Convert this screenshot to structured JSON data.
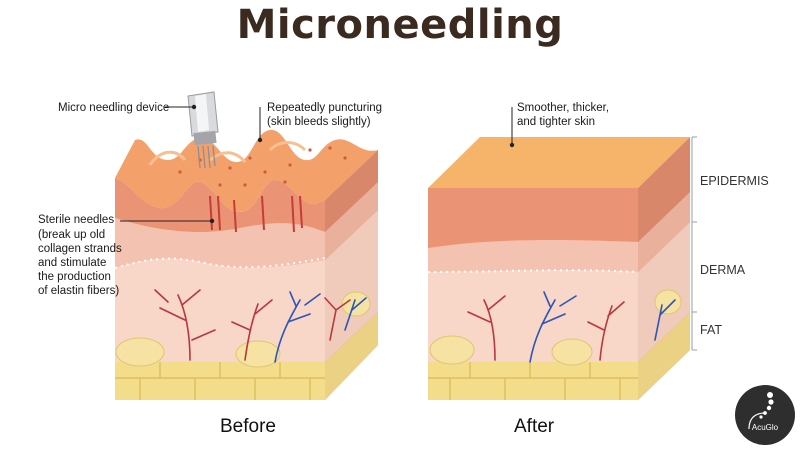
{
  "title": "Microneedling",
  "labels": {
    "device": "Micro needling device",
    "puncture": [
      "Repeatedly puncturing",
      "(skin bleeds slightly)"
    ],
    "needles": [
      "Sterile needles",
      "(break up old",
      "collagen strands",
      "and stimulate",
      "the production",
      "of elastin fibers)"
    ],
    "result": [
      "Smoother, thicker,",
      "and tighter skin"
    ]
  },
  "layers": {
    "epidermis": "EPIDERMIS",
    "derma": "DERMA",
    "fat": "FAT"
  },
  "captions": {
    "before": "Before",
    "after": "After"
  },
  "logo": {
    "text": "AcuGlo"
  },
  "colors": {
    "epidermis_top": "#f6b46b",
    "epidermis_front": "#eb9475",
    "dermis": "#f6cdbe",
    "fat": "#f3dc8a",
    "artery": "#b8383d",
    "vein": "#2c55b6"
  }
}
